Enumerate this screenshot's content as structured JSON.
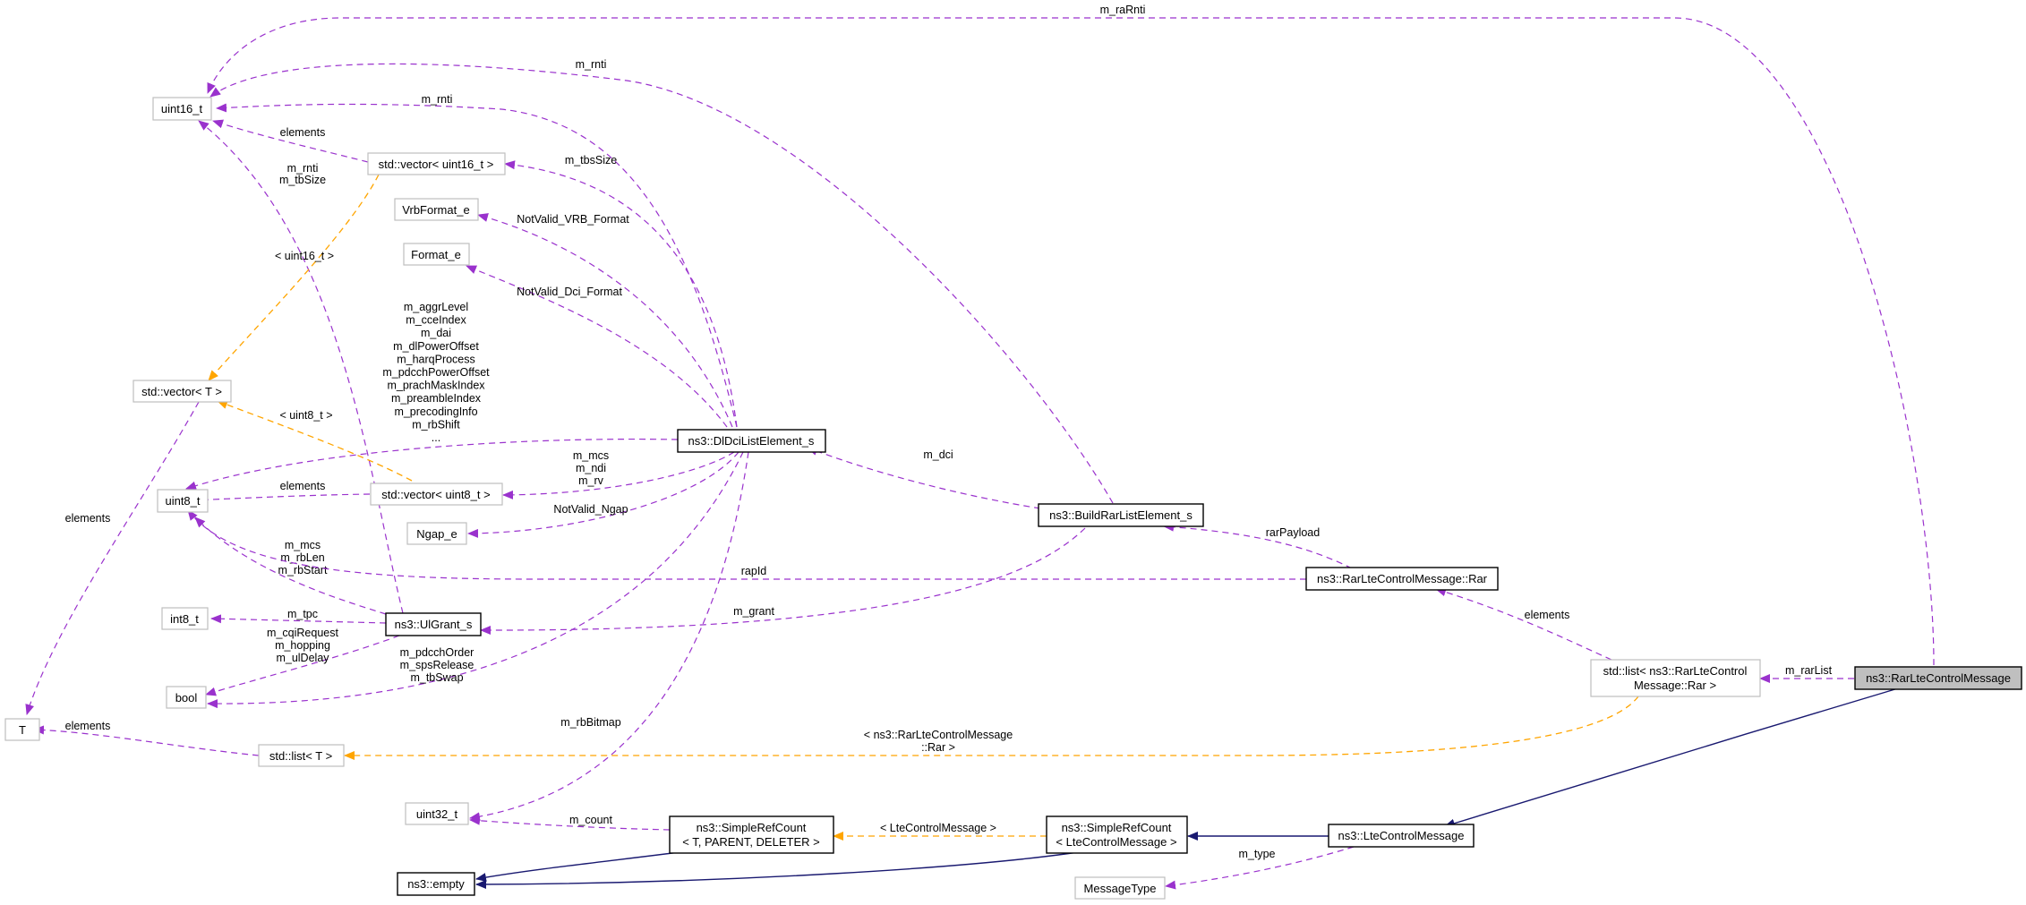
{
  "colors": {
    "usage_edge": "#9a32cd",
    "template_edge": "#ffa500",
    "inheritance_edge": "#191970",
    "focus_fill": "#bfbfbf",
    "weak_border": "#bfbfbf"
  },
  "nodes": {
    "uint16_t": "uint16_t",
    "vector_uint16": "std::vector< uint16_t >",
    "vrbformat": "VrbFormat_e",
    "format_e": "Format_e",
    "vector_t": "std::vector< T >",
    "uint8_t": "uint8_t",
    "vector_uint8": "std::vector< uint8_t >",
    "ngap_e": "Ngap_e",
    "int8_t": "int8_t",
    "bool": "bool",
    "t": "T",
    "list_t": "std::list< T >",
    "uint32_t": "uint32_t",
    "ns3_empty": "ns3::empty",
    "dldci": "ns3::DlDciListElement_s",
    "ulgrant": "ns3::UlGrant_s",
    "buildrar": "ns3::BuildRarListElement_s",
    "rar": "ns3::RarLteControlMessage::Rar",
    "list_rar_1": "std::list< ns3::RarLteControl",
    "list_rar_2": "Message::Rar >",
    "rarltecm": "ns3::RarLteControlMessage",
    "simplerefcount_t_1": "ns3::SimpleRefCount",
    "simplerefcount_t_2": "< T, PARENT, DELETER >",
    "simplerefcount_lte_1": "ns3::SimpleRefCount",
    "simplerefcount_lte_2": "< LteControlMessage >",
    "ltecm": "ns3::LteControlMessage",
    "messagetype": "MessageType"
  },
  "edge_labels": {
    "m_raRnti": "m_raRnti",
    "m_rnti_top": "m_rnti",
    "m_rnti_2": "m_rnti",
    "elements_u16": "elements",
    "m_rnti_tbsize_1": "m_rnti",
    "m_rnti_tbsize_2": "m_tbSize",
    "m_tbsSize": "m_tbsSize",
    "notvalid_vrb": "NotValid_VRB_Format",
    "notvalid_dci": "NotValid_Dci_Format",
    "tmpl_uint16": "< uint16_t >",
    "dci_list": [
      "m_aggrLevel",
      "m_cceIndex",
      "m_dai",
      "m_dlPowerOffset",
      "m_harqProcess",
      "m_pdcchPowerOffset",
      "m_prachMaskIndex",
      "m_preambleIndex",
      "m_precodingInfo",
      "m_rbShift",
      "..."
    ],
    "tmpl_uint8": "< uint8_t >",
    "elements_u8": "elements",
    "mcs_ndi_rv": [
      "m_mcs",
      "m_ndi",
      "m_rv"
    ],
    "notvalid_ngap": "NotValid_Ngap",
    "elements_t": "elements",
    "mcs_rblen": [
      "m_mcs",
      "m_rbLen",
      "m_rbStart"
    ],
    "m_tpc": "m_tpc",
    "cqi_list": [
      "m_cqiRequest",
      "m_hopping",
      "m_ulDelay"
    ],
    "pdcch_list": [
      "m_pdcchOrder",
      "m_spsRelease",
      "m_tbSwap"
    ],
    "elements_list_t": "elements",
    "m_rbBitmap": "m_rbBitmap",
    "m_dci": "m_dci",
    "rarPayload": "rarPayload",
    "rapId": "rapId",
    "m_grant": "m_grant",
    "elements_rar": "elements",
    "m_rarList": "m_rarList",
    "tmpl_rar_1": "< ns3::RarLteControlMessage",
    "tmpl_rar_2": "::Rar >",
    "m_count": "m_count",
    "tmpl_lte": "< LteControlMessage >",
    "m_type": "m_type"
  }
}
